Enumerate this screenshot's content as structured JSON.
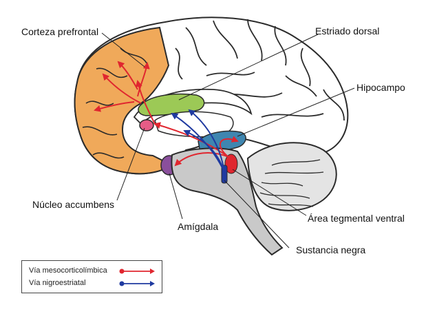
{
  "labels": {
    "prefrontal": "Corteza prefrontal",
    "dorsal_striatum": "Estriado dorsal",
    "hippocampus": "Hipocampo",
    "accumbens": "Núcleo accumbens",
    "amygdala": "Amígdala",
    "vta": "Área tegmental ventral",
    "substantia_nigra": "Sustancia negra"
  },
  "legend": {
    "items": [
      {
        "label": "Vía mesocorticolímbica",
        "color": "#e0262f"
      },
      {
        "label": "Vía nigroestriatal",
        "color": "#1f3aa0"
      }
    ]
  },
  "colors": {
    "prefrontal": "#f0a95a",
    "striatum": "#9cc956",
    "hippocampus": "#3f86b0",
    "accumbens": "#e65c86",
    "amygdala": "#8a4f9c",
    "vta": "#e0262f",
    "substantia_nigra": "#1f3aa0",
    "outline": "#2b2b2b",
    "brainstem": "#c9c9c9",
    "cerebellum": "#e4e4e4"
  }
}
